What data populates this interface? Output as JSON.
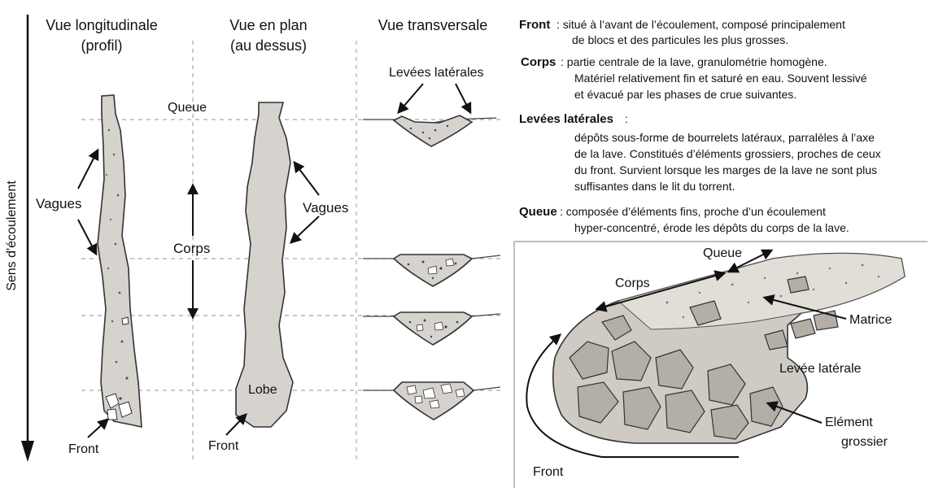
{
  "columns": {
    "longitudinal_title": "Vue longitudinale",
    "longitudinal_sub": "(profil)",
    "plan_title": "Vue en plan",
    "plan_sub": "(au dessus)",
    "transversal_title": "Vue transversale"
  },
  "axis_label": "Sens d'écoulement",
  "profile_labels": {
    "vagues": "Vagues",
    "front": "Front"
  },
  "plan_labels": {
    "queue": "Queue",
    "corps": "Corps",
    "vagues": "Vagues",
    "lobe": "Lobe",
    "front": "Front"
  },
  "transversal_labels": {
    "levees": "Levées latérales"
  },
  "legend": {
    "front_term": "Front",
    "front_desc_1": ": situé à l’avant de l’écoulement, composé principalement",
    "front_desc_2": "de blocs et des particules les plus grosses.",
    "corps_term": "Corps",
    "corps_desc_1": ": partie centrale de la lave, granulométrie homogène.",
    "corps_desc_2": "Matériel relativement fin et saturé en eau. Souvent lessivé",
    "corps_desc_3": "et évacué par les phases de crue suivantes.",
    "levees_term": "Levées latérales",
    "levees_colon": ":",
    "levees_desc_1": "dépôts sous-forme de bourrelets latéraux, parralèles à l’axe",
    "levees_desc_2": "de la lave. Constitués d’éléments grossiers, proches de ceux",
    "levees_desc_3": "du front. Survient lorsque les marges de la lave ne sont plus",
    "levees_desc_4": "suffisantes dans le lit du torrent.",
    "queue_term": "Queue",
    "queue_desc_1": ": composée d’éléments fins, proche d’un écoulement",
    "queue_desc_2": "hyper-concentré, érode les dépôts du corps de la lave."
  },
  "block_labels": {
    "queue": "Queue",
    "corps": "Corps",
    "matrice": "Matrice",
    "levee": "Levée latérale",
    "element_1": "Elément",
    "element_2": "grossier",
    "front": "Front"
  }
}
